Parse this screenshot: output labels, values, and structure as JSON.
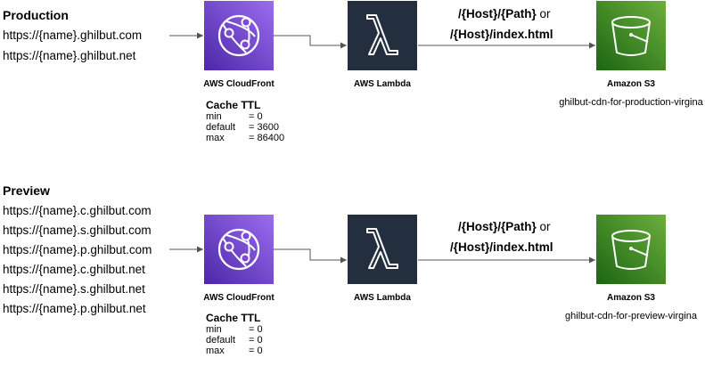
{
  "production": {
    "heading": "Production",
    "urls": [
      "https://{name}.ghilbut.com",
      "https://{name}.ghilbut.net"
    ],
    "cloudfront_label": "AWS CloudFront",
    "lambda_label": "AWS Lambda",
    "s3_label": "Amazon S3",
    "bucket": "ghilbut-cdn-for-production-virgina",
    "path_line1": {
      "p1": "/{Host}/{Path}",
      "p2": " or"
    },
    "path_line2": "/{Host}/index.html",
    "cache_ttl": {
      "title": "Cache TTL",
      "rows": [
        {
          "key": "min",
          "value": "= 0"
        },
        {
          "key": "default",
          "value": "= 3600"
        },
        {
          "key": "max",
          "value": "= 86400"
        }
      ]
    }
  },
  "preview": {
    "heading": "Preview",
    "urls": [
      "https://{name}.c.ghilbut.com",
      "https://{name}.s.ghilbut.com",
      "https://{name}.p.ghilbut.com",
      "https://{name}.c.ghilbut.net",
      "https://{name}.s.ghilbut.net",
      "https://{name}.p.ghilbut.net"
    ],
    "cloudfront_label": "AWS CloudFront",
    "lambda_label": "AWS Lambda",
    "s3_label": "Amazon S3",
    "bucket": "ghilbut-cdn-for-preview-virgina",
    "path_line1": {
      "p1": "/{Host}/{Path}",
      "p2": " or"
    },
    "path_line2": "/{Host}/index.html",
    "cache_ttl": {
      "title": "Cache TTL",
      "rows": [
        {
          "key": "min",
          "value": "= 0"
        },
        {
          "key": "default",
          "value": "= 0"
        },
        {
          "key": "max",
          "value": "= 0"
        }
      ]
    }
  },
  "icons": {
    "cloudfront": "cloudfront-icon",
    "lambda": "lambda-icon",
    "s3": "s3-bucket-icon"
  },
  "colors": {
    "cloudfront_from": "#4d27a8",
    "cloudfront_to": "#9b6cf0",
    "lambda_bg": "#232f3e",
    "s3_bg": "#7aa116",
    "arrow": "#545454"
  }
}
